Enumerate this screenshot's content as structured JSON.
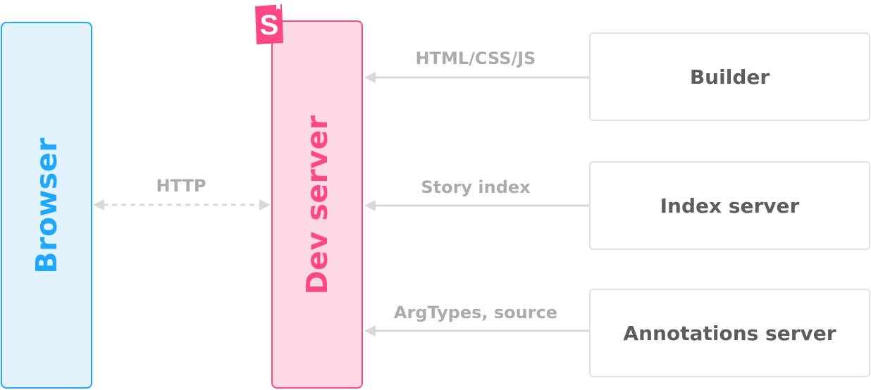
{
  "nodes": {
    "browser": "Browser",
    "dev_server": "Dev server",
    "builder": "Builder",
    "index_server": "Index server",
    "annotations_server": "Annotations server"
  },
  "edges": {
    "http": "HTTP",
    "html_css_js": "HTML/CSS/JS",
    "story_index": "Story index",
    "argtypes_source": "ArgTypes, source"
  },
  "colors": {
    "browser_accent": "#1ea7fd",
    "dev_server_accent": "#ff4785",
    "arrow": "#d9d9d9",
    "text_gray": "#5d5d5d"
  },
  "icons": {
    "logo": "storybook-logo-icon"
  }
}
